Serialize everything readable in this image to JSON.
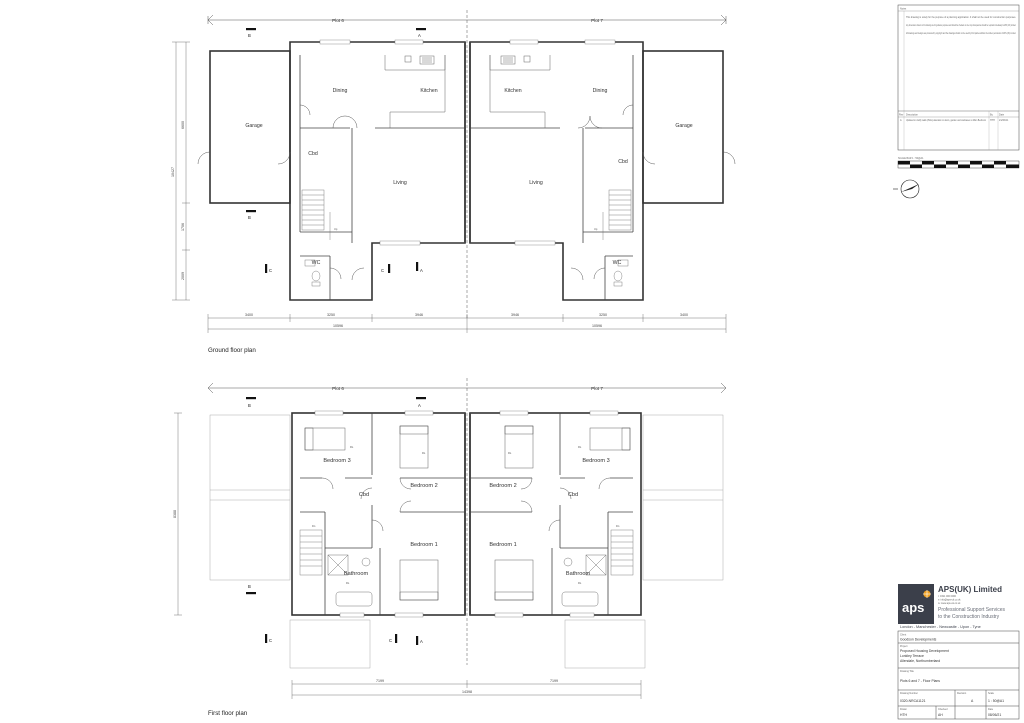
{
  "ground_floor": {
    "caption": "Ground floor plan",
    "plots": [
      "Plot 6",
      "Plot 7"
    ],
    "rooms": {
      "garage": "Garage",
      "dining": "Dining",
      "kitchen": "Kitchen",
      "cbd": "Cbd",
      "living": "Living",
      "wc": "WC",
      "up": "Up"
    },
    "dims_bottom": [
      "3400",
      "3250",
      "3946",
      "3946",
      "3250",
      "3400"
    ],
    "dims_total": [
      "10596",
      "10596"
    ],
    "dims_left": [
      "6600",
      "1706",
      "2009"
    ],
    "dim_left_total": "10427"
  },
  "first_floor": {
    "caption": "First floor plan",
    "plots": [
      "Plot 6",
      "Plot 7"
    ],
    "rooms": {
      "bedroom3": "Bedroom 3",
      "bedroom2": "Bedroom 2",
      "bedroom1": "Bedroom 1",
      "cbd": "Cbd",
      "bathroom": "Bathroom",
      "rl": "RL",
      "dn": "Dn"
    },
    "dims_bottom": [
      "7199",
      "7199"
    ],
    "dim_total": "14398",
    "dim_left": "8388"
  },
  "section_marks": {
    "a": "A",
    "b": "B",
    "c": "C"
  },
  "notes": {
    "heading": "Notes",
    "items": [
      "This drawing is solely for the purpose of a planning application. It shall not be used for construction purposes.",
      "Any dimensions shown on this drawing are for guidance purposes and should be checked on site. Any discrepancies should be reported immediately to APS (UK) Limited.",
      "All drawings and designs are protected by copyright and the drawings should not be used by third parties without the written permission of APS (UK) Limited."
    ],
    "rev_headers": [
      "Rev",
      "Description",
      "By",
      "Date"
    ],
    "revision": {
      "rev": "A",
      "description": "Updated to clarify walls (Plots) alteration to doors, garden and staircases to Main Bedroom",
      "by": "HTH",
      "date": "21/06/21"
    }
  },
  "scale_bar_label": "SCALE BAR 1 : 50@A1",
  "company": {
    "logo_text": "aps",
    "name": "APS(UK) Limited",
    "contact_lines": [
      "t: 0191 000 0000",
      "e: info@aps-uk.co.uk",
      "w: www.aps-uk.co.uk"
    ],
    "tagline_1": "Professional Support Services",
    "tagline_2": "to the Construction Industry",
    "offices": "London  -  Manchester  -  Newcastle - Upon - Tyne"
  },
  "title_block": {
    "client_label": "Client",
    "client": "Goodson Developments",
    "project_label": "Project",
    "project_lines": [
      "Proposed Housing Development",
      "Lonkley Terrace",
      "Allendale, Northumberland"
    ],
    "drawing_title_label": "Drawing Title",
    "drawing_title": "Plots 6 and 7 - Floor Plans",
    "drawing_number_label": "Drawing Number",
    "drawing_number": "0320-NRCA1121",
    "revision_label": "Revision",
    "revision": "A",
    "scale_label": "Scale",
    "scale": "1 : 50@A1",
    "drawn_label": "Drawn",
    "drawn": "HTH",
    "checked_label": "Checked",
    "checked": "AH",
    "date_label": "Date",
    "date": "08/06/21"
  }
}
